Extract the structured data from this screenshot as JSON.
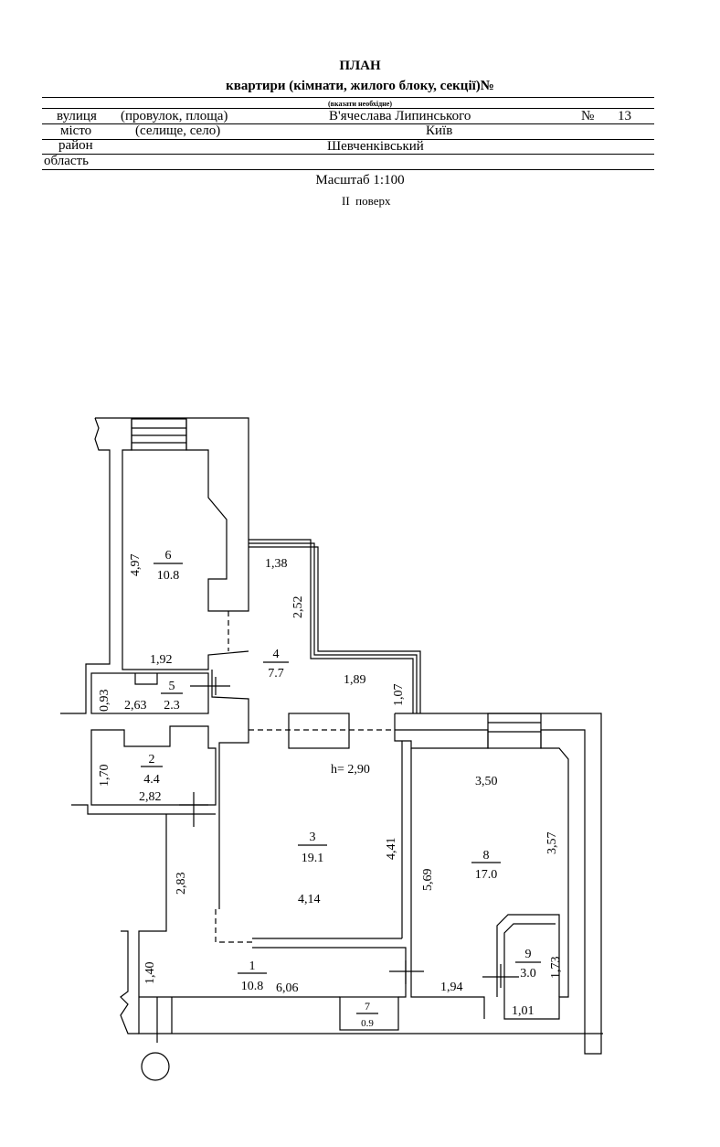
{
  "header": {
    "title": "ПЛАН",
    "subtitle": "квартири (кімнати, жилого блоку, секції)№",
    "note": "(вказати необхідне)"
  },
  "address": {
    "street_label": "вулиця",
    "street_kind": "(провулок, площа)",
    "street_value": "В'ячеслава Липинського",
    "number_label": "№",
    "number_value": "13",
    "city_label": "місто",
    "city_kind": "(селище, село)",
    "city_value": "Київ",
    "district_label": "район",
    "district_value": "Шевченківський",
    "region_label": "область"
  },
  "scale": "Масштаб 1:100",
  "floor": {
    "number": "II",
    "label": "поверх"
  },
  "plan": {
    "rooms": [
      {
        "num": "1",
        "area": "10.8"
      },
      {
        "num": "2",
        "area": "4.4"
      },
      {
        "num": "3",
        "area": "19.1"
      },
      {
        "num": "4",
        "area": "7.7"
      },
      {
        "num": "5",
        "area": "2.3"
      },
      {
        "num": "6",
        "area": "10.8"
      },
      {
        "num": "7",
        "area": "0.9"
      },
      {
        "num": "8",
        "area": "17.0"
      },
      {
        "num": "9",
        "area": "3.0"
      }
    ],
    "dimensions": [
      "4,97",
      "1,92",
      "1,38",
      "2,52",
      "1,89",
      "1,07",
      "0,93",
      "2,63",
      "1,70",
      "2,82",
      "2,83",
      "4,41",
      "4,14",
      "5,69",
      "3,50",
      "3,57",
      "1,40",
      "6,06",
      "1,94",
      "1,73",
      "1,01"
    ],
    "height": "h= 2,90"
  }
}
